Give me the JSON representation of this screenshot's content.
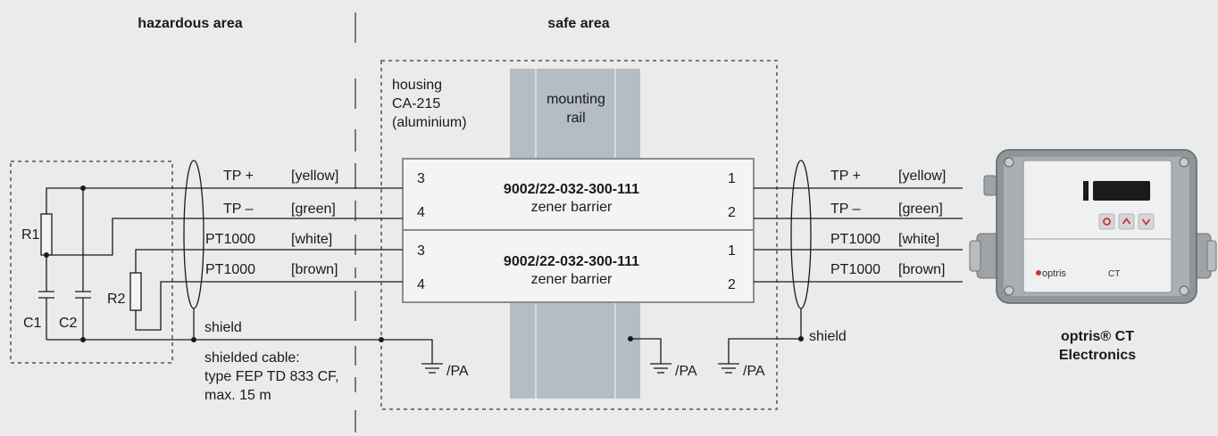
{
  "headings": {
    "hazardous": "hazardous area",
    "safe": "safe area"
  },
  "housing": {
    "line1": "housing",
    "line2": "CA-215",
    "line3": "(aluminium)"
  },
  "rail": {
    "line1": "mounting",
    "line2": "rail"
  },
  "barriers": [
    {
      "part": "9002/22-032-300-111",
      "type": "zener barrier",
      "in_top": "3",
      "in_bottom": "4",
      "out_top": "1",
      "out_bottom": "2"
    },
    {
      "part": "9002/22-032-300-111",
      "type": "zener barrier",
      "in_top": "3",
      "in_bottom": "4",
      "out_top": "1",
      "out_bottom": "2"
    }
  ],
  "left_wires": [
    {
      "signal": "TP +",
      "color": "[yellow]"
    },
    {
      "signal": "TP –",
      "color": "[green]"
    },
    {
      "signal": "PT1000",
      "color": "[white]"
    },
    {
      "signal": "PT1000",
      "color": "[brown]"
    }
  ],
  "right_wires": [
    {
      "signal": "TP +",
      "color": "[yellow]"
    },
    {
      "signal": "TP –",
      "color": "[green]"
    },
    {
      "signal": "PT1000",
      "color": "[white]"
    },
    {
      "signal": "PT1000",
      "color": "[brown]"
    }
  ],
  "components": {
    "r1": "R1",
    "r2": "R2",
    "c1": "C1",
    "c2": "C2"
  },
  "shield_left": "shield",
  "shield_right": "shield",
  "cable": {
    "line1": "shielded cable:",
    "line2": "type FEP TD 833 CF,",
    "line3": "max. 15 m"
  },
  "pa_labels": [
    "/PA",
    "/PA",
    "/PA"
  ],
  "device": {
    "brand": "optris",
    "model": "CT",
    "caption_line1": "optris® CT",
    "caption_line2": "Electronics"
  }
}
